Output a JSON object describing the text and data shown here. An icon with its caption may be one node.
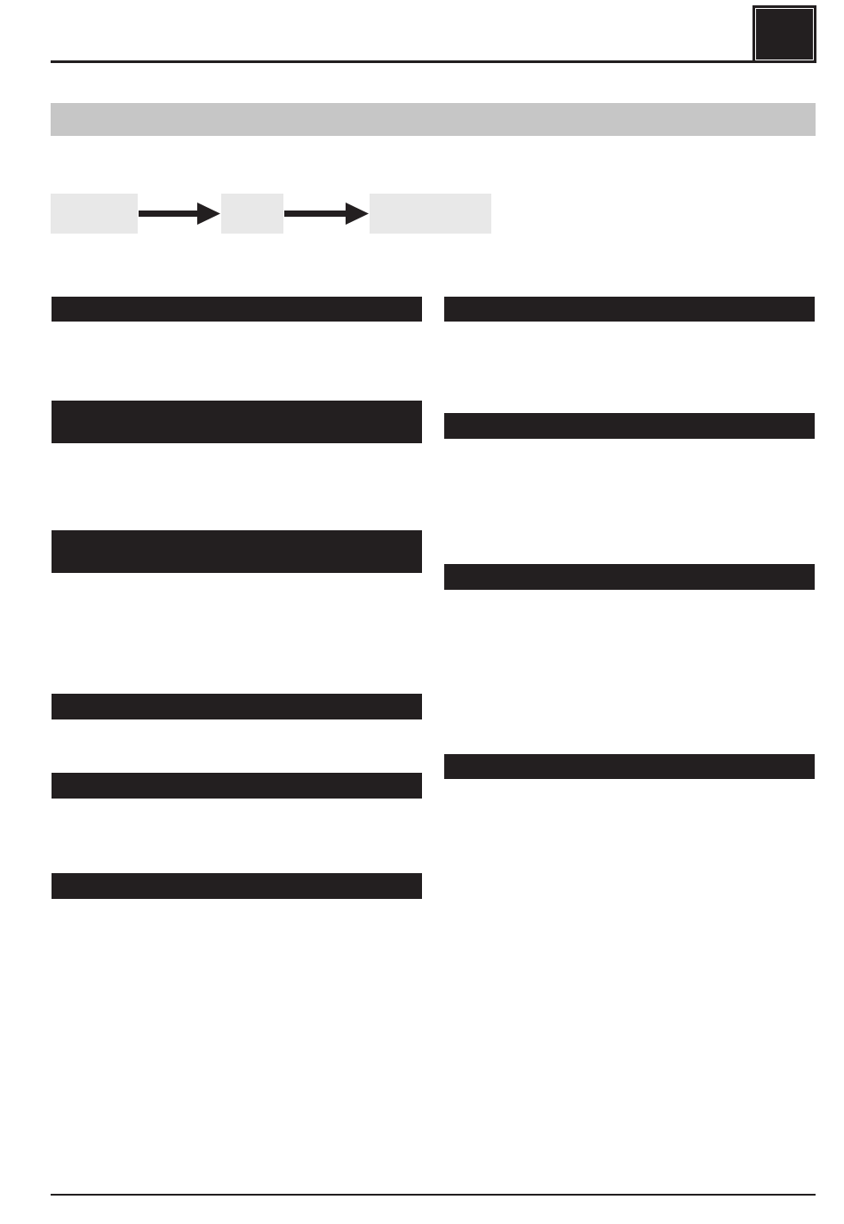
{
  "diagram": {
    "nodes": [
      {
        "text": [],
        "shape": "bar"
      },
      {
        "text": [],
        "shape": "box"
      },
      {
        "text": [],
        "shape": "box"
      },
      {
        "text": [],
        "shape": "box"
      },
      {
        "text": [],
        "shape": "bar"
      },
      {
        "text": [],
        "shape": "bar"
      },
      {
        "text": [],
        "shape": "bar"
      },
      {
        "text": [],
        "shape": "bar"
      },
      {
        "text": [],
        "shape": "bar"
      },
      {
        "text": [],
        "shape": "bar"
      },
      {
        "text": [],
        "shape": "bar"
      },
      {
        "text": [],
        "shape": "bar"
      },
      {
        "text": [],
        "shape": "bar"
      },
      {
        "text": [],
        "shape": "bar"
      }
    ],
    "edges": [
      {
        "from": 1,
        "to": 2,
        "arrow": "to"
      },
      {
        "from": 2,
        "to": 3,
        "arrow": "to"
      }
    ]
  }
}
